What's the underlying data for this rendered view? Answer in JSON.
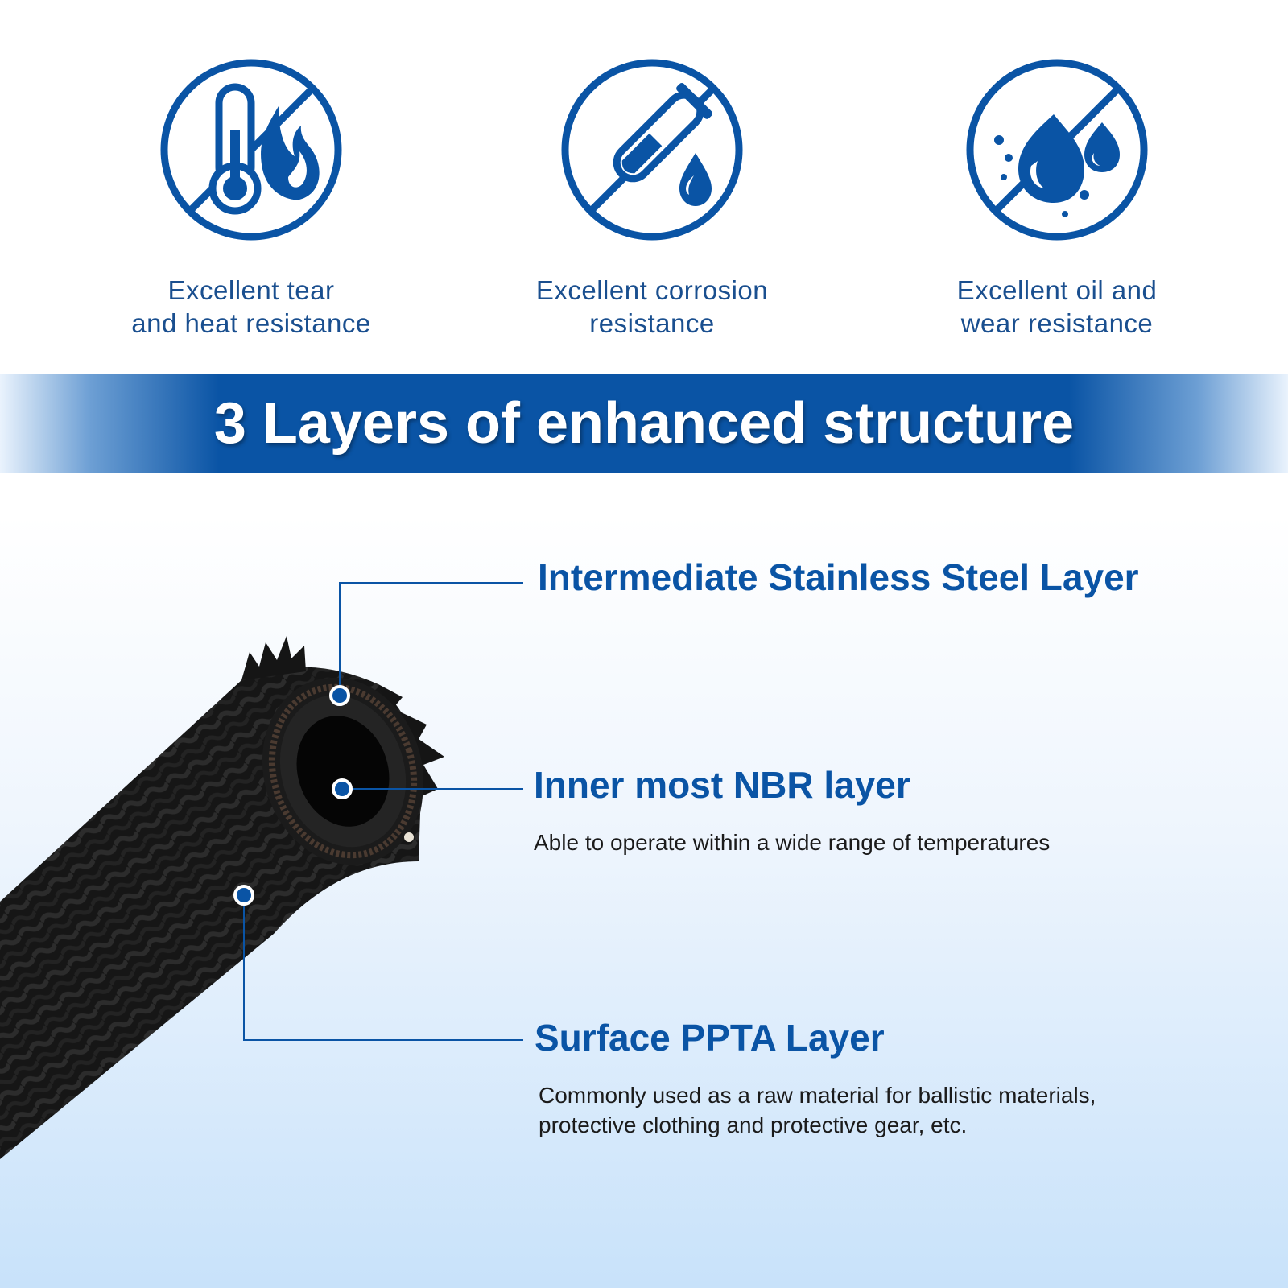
{
  "features": [
    {
      "icon": "no-heat-icon",
      "caption": "Excellent tear\nand heat resistance"
    },
    {
      "icon": "no-corrosion-icon",
      "caption": "Excellent corrosion\nresistance"
    },
    {
      "icon": "no-oil-icon",
      "caption": "Excellent oil and\nwear resistance"
    }
  ],
  "banner": {
    "title": "3 Layers of enhanced structure"
  },
  "layers": [
    {
      "title": "Intermediate Stainless Steel Layer",
      "description": ""
    },
    {
      "title": "Inner most NBR layer",
      "description": "Able to operate within a wide range of temperatures"
    },
    {
      "title": "Surface PPTA Layer",
      "description": "Commonly used as a raw material for ballistic materials,\nprotective clothing and protective gear, etc."
    }
  ],
  "colors": {
    "accent": "#0a54a5",
    "caption": "#1a4f8f",
    "body_text": "#1b1b1b"
  }
}
